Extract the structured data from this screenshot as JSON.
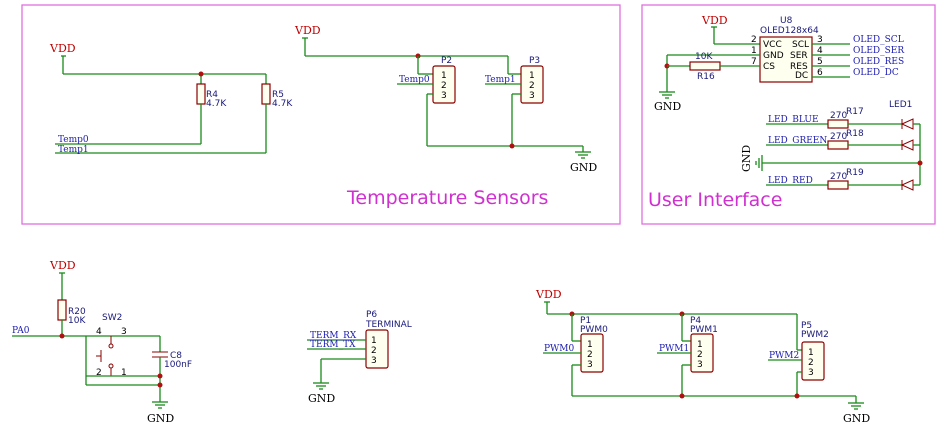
{
  "sections": {
    "temperature": "Temperature Sensors",
    "ui": "User Interface"
  },
  "power": {
    "vdd": "VDD",
    "gnd": "GND"
  },
  "temp": {
    "r4": {
      "ref": "R4",
      "value": "4.7K"
    },
    "r5": {
      "ref": "R5",
      "value": "4.7K"
    },
    "p2": "P2",
    "p3": "P3",
    "net_temp0": "Temp0",
    "net_temp1": "Temp1"
  },
  "ui": {
    "u8": {
      "ref": "U8",
      "value": "OLED128x64"
    },
    "oled_pins_left": [
      "VCC",
      "GND",
      "CS"
    ],
    "oled_pins_right": [
      "SCL",
      "SER",
      "RES",
      "DC"
    ],
    "oled_nums_left": [
      "2",
      "1",
      "7"
    ],
    "oled_nums_right": [
      "3",
      "4",
      "5",
      "6"
    ],
    "oled_nets": [
      "OLED_SCL",
      "OLED_SER",
      "OLED_RES",
      "OLED_DC"
    ],
    "r16": {
      "ref": "R16",
      "value": "10K"
    },
    "r17": {
      "ref": "R17",
      "value": "270"
    },
    "r18": {
      "ref": "R18",
      "value": "270"
    },
    "r19": {
      "ref": "R19",
      "value": "270"
    },
    "led1": "LED1",
    "led_nets": [
      "LED_BLUE",
      "LED_GREEN",
      "LED_RED"
    ]
  },
  "bottom": {
    "r20": {
      "ref": "R20",
      "value": "10K"
    },
    "sw2": "SW2",
    "c8": {
      "ref": "C8",
      "value": "100nF"
    },
    "net_pa0": "PA0",
    "sw_pins": [
      "4",
      "3",
      "2",
      "1"
    ],
    "p6": {
      "ref": "P6",
      "value": "TERMINAL"
    },
    "term_nets": [
      "TERM_RX",
      "TERM_TX"
    ],
    "p1": {
      "ref": "P1",
      "value": "PWM0"
    },
    "p4": {
      "ref": "P4",
      "value": "PWM1"
    },
    "p5": {
      "ref": "P5",
      "value": "PWM2"
    },
    "pwm_nets": [
      "PWM0",
      "PWM1",
      "PWM2"
    ]
  },
  "pin_nums": [
    "1",
    "2",
    "3"
  ]
}
